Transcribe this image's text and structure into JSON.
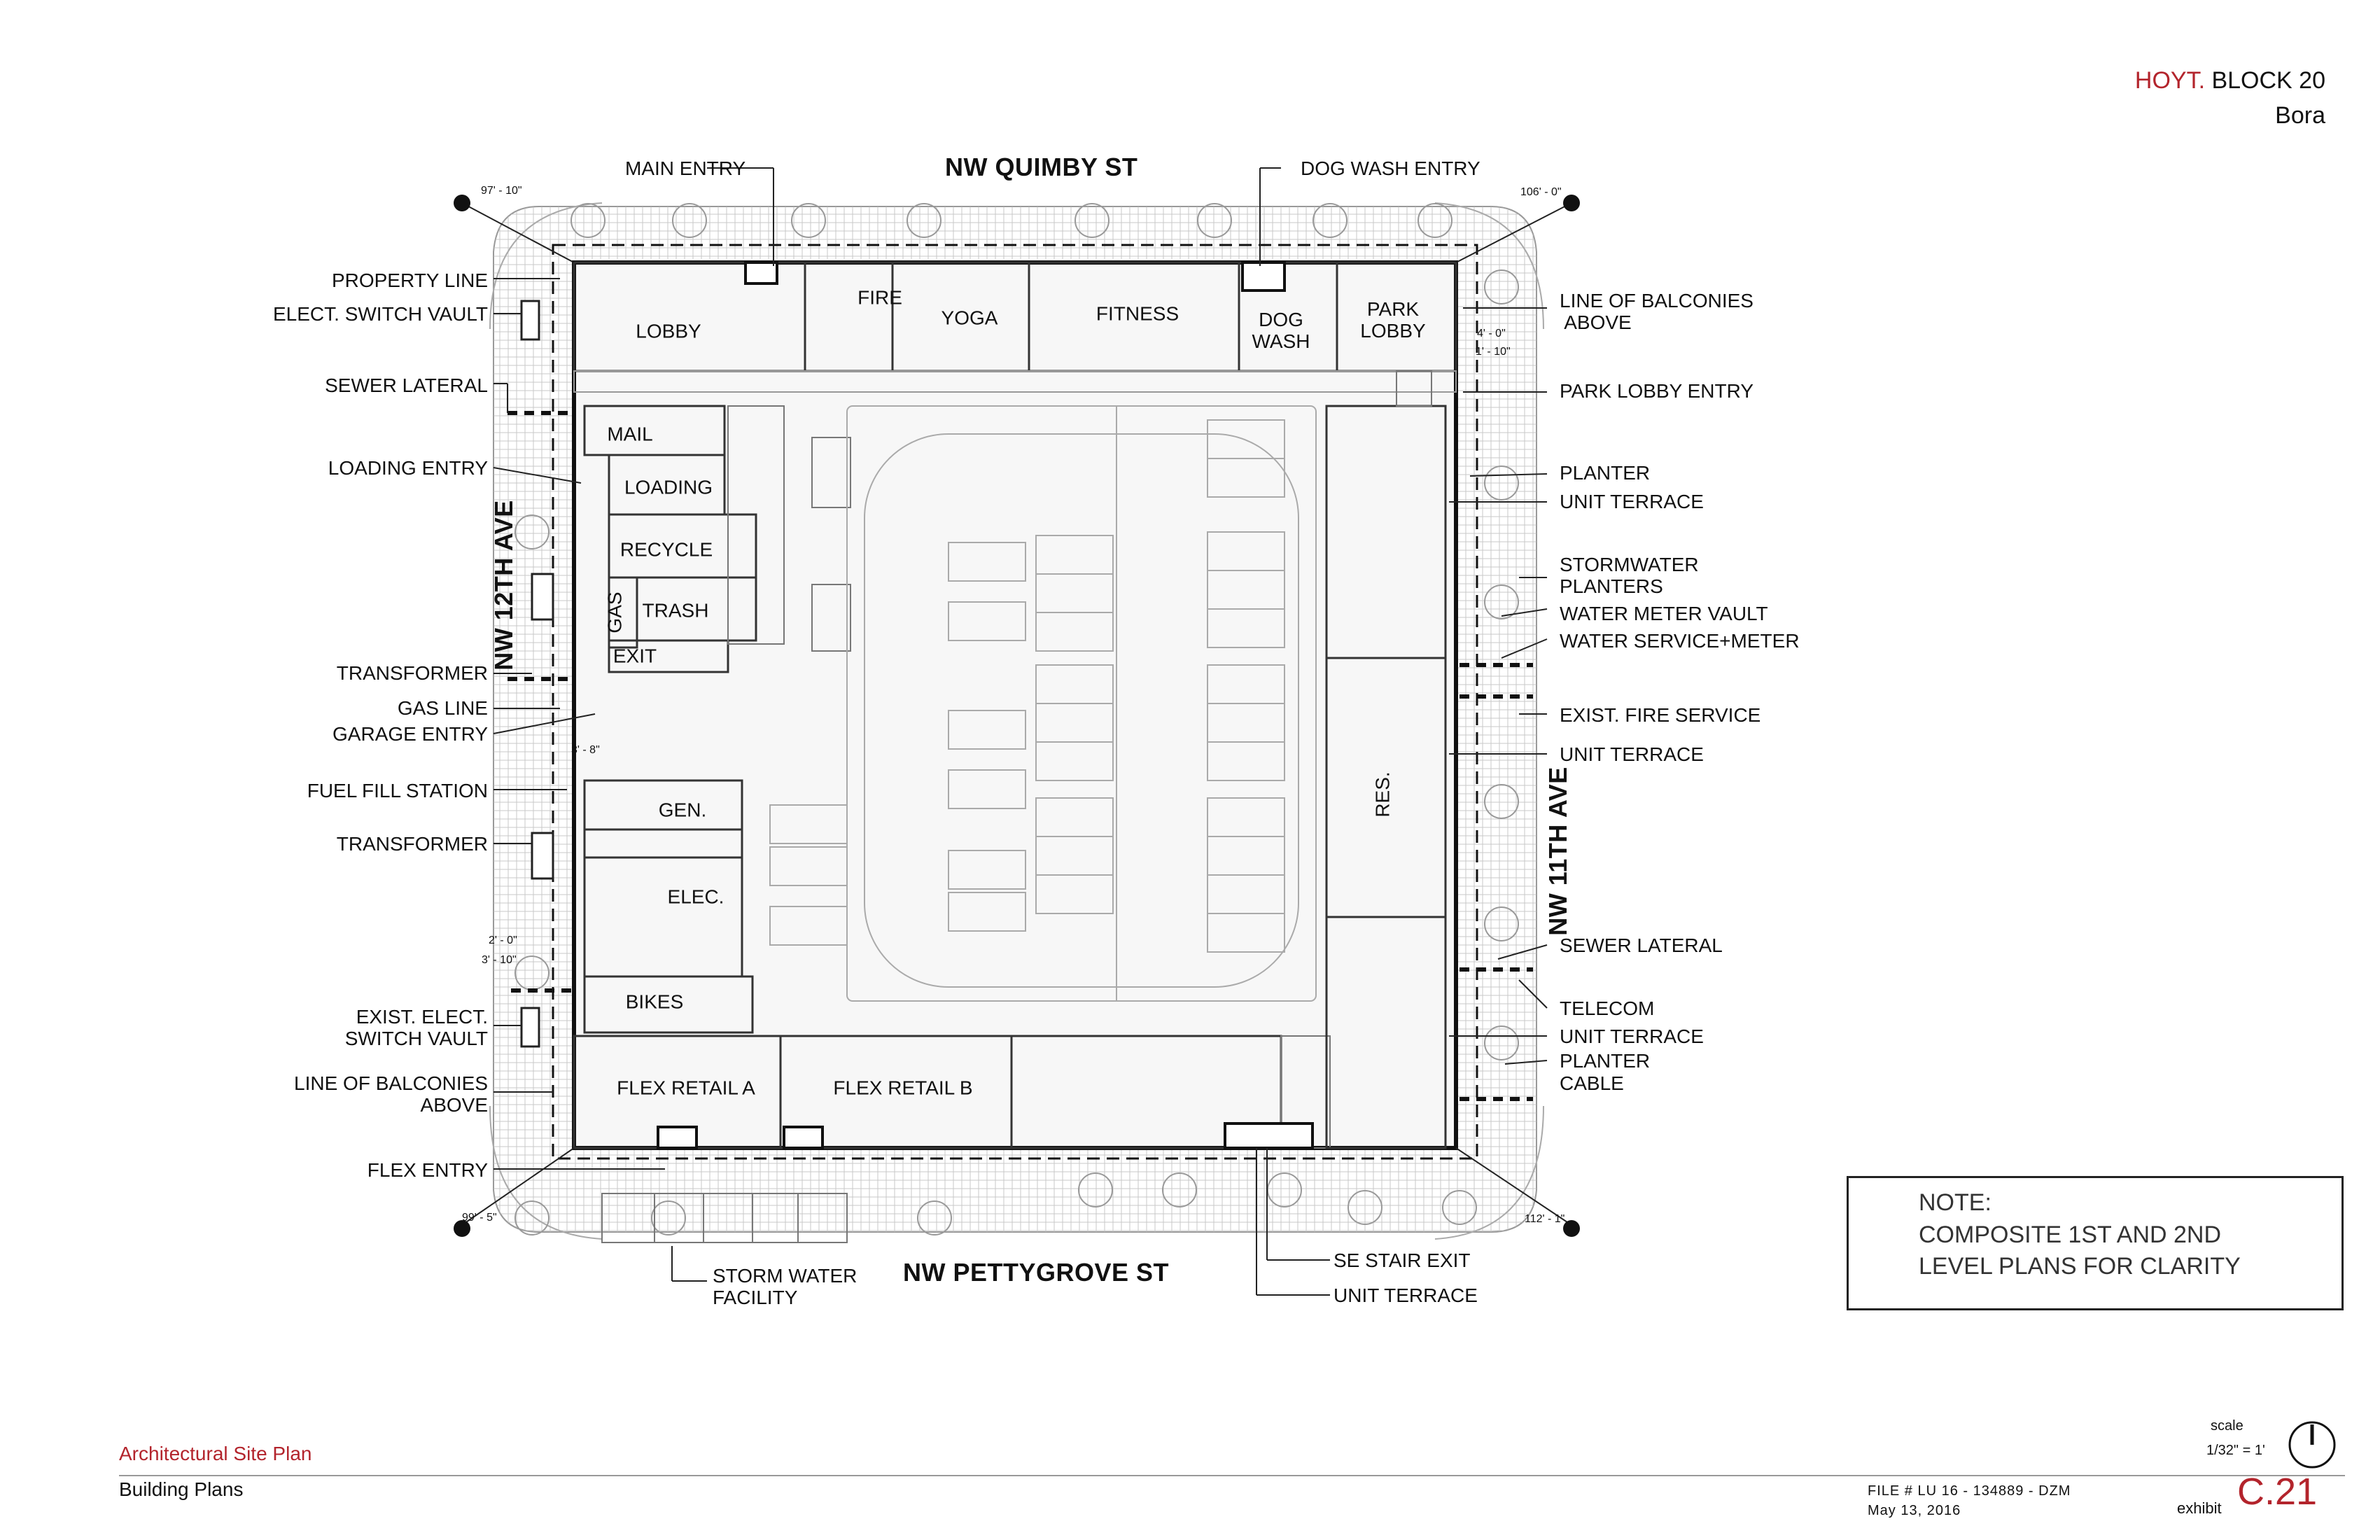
{
  "header": {
    "brand": "HOYT.",
    "block": "BLOCK 20",
    "project": "Bora",
    "brand_color": "#b3242c"
  },
  "streets": {
    "north": "NW QUIMBY ST",
    "south": "NW PETTYGROVE ST",
    "west": "NW 12TH AVE",
    "east": "NW 11TH AVE"
  },
  "rooms": {
    "lobby": "LOBBY",
    "fire": "FIRE",
    "yoga": "YOGA",
    "fitness": "FITNESS",
    "dog_wash": "DOG\nWASH",
    "park_lobby": "PARK\nLOBBY",
    "mail": "MAIL",
    "loading": "LOADING",
    "recycle": "RECYCLE",
    "gas": "GAS",
    "trash": "TRASH",
    "exit": "EXIT",
    "gen": "GEN.",
    "elec": "ELEC.",
    "bikes": "BIKES",
    "flex_a": "FLEX RETAIL A",
    "flex_b": "FLEX RETAIL B",
    "res": "RES."
  },
  "callouts_left": {
    "property_line": "PROPERTY LINE",
    "elect_switch_vault": "ELECT. SWITCH VAULT",
    "sewer_lateral": "SEWER LATERAL",
    "loading_entry": "LOADING ENTRY",
    "transformer_1": "TRANSFORMER",
    "gas_line": "GAS LINE",
    "garage_entry": "GARAGE ENTRY",
    "fuel_fill": "FUEL FILL STATION",
    "transformer_2": "TRANSFORMER",
    "exist_switch_vault": "EXIST. ELECT.\nSWITCH VAULT",
    "balconies": "LINE OF BALCONIES\nABOVE",
    "flex_entry": "FLEX ENTRY"
  },
  "callouts_right": {
    "balconies": "LINE OF BALCONIES\n ABOVE",
    "park_lobby_entry": "PARK LOBBY ENTRY",
    "planter_1": "PLANTER",
    "unit_terrace_1": "UNIT TERRACE",
    "stormwater": "STORMWATER\nPLANTERS",
    "water_meter_vault": "WATER METER VAULT",
    "water_service": "WATER SERVICE+METER",
    "fire_service": "EXIST. FIRE SERVICE",
    "unit_terrace_2": "UNIT TERRACE",
    "sewer_lateral": "SEWER LATERAL",
    "telecom": "TELECOM",
    "unit_terrace_3": "UNIT TERRACE",
    "planter_2": "PLANTER",
    "cable": "CABLE"
  },
  "callouts_top": {
    "main_entry": "MAIN ENTRY",
    "dog_wash_entry": "DOG WASH ENTRY"
  },
  "callouts_bottom": {
    "storm_water": "STORM WATER\nFACILITY",
    "se_stair": "SE STAIR EXIT",
    "unit_terrace": "UNIT TERRACE"
  },
  "dimensions": {
    "nw": "97' - 10\"",
    "ne": "106' - 0\"",
    "sw": "99' - 5\"",
    "se": "112' - 1\"",
    "d4": "4' - 0\"",
    "d1": "1' - 10\"",
    "d3": "3' - 8\"",
    "d2": "2' - 0\"",
    "d3b": "3' - 10\""
  },
  "note": {
    "title": "NOTE:",
    "line1": "COMPOSITE 1ST AND 2ND",
    "line2": "LEVEL PLANS FOR CLARITY"
  },
  "footer": {
    "section": "Architectural Site Plan",
    "subtitle": "Building Plans",
    "file": "FILE # LU 16 - 134889 - DZM",
    "date": "May 13, 2016",
    "scale_label": "scale",
    "scale_value": "1/32\" = 1'",
    "exhibit_label": "exhibit",
    "exhibit": "C.21"
  }
}
